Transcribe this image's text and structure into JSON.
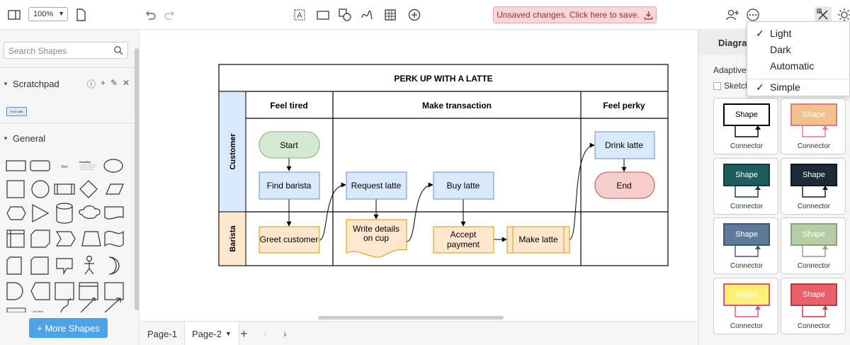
{
  "toolbar": {
    "zoom": "100%",
    "unsaved_label": "Unsaved changes. Click here to save."
  },
  "sidebar": {
    "search_placeholder": "Search Shapes",
    "scratchpad_title": "Scratchpad",
    "scratchpad_item": "Drink latte",
    "general_title": "General",
    "text_shape": "Text",
    "heading_shape": "Heading",
    "list_shape": "List Item",
    "more_shapes": "+ More Shapes"
  },
  "diagram": {
    "title": "PERK UP WITH A LATTE",
    "columns": [
      "Feel tired",
      "Make transaction",
      "Feel perky"
    ],
    "lanes": [
      "Customer",
      "Barista"
    ],
    "nodes": {
      "start": "Start",
      "find_barista": "Find barista",
      "request_latte": "Request latte",
      "buy_latte": "Buy latte",
      "drink_latte": "Drink latte",
      "end": "End",
      "greet_customer": "Greet customer",
      "write_details_1": "Write details",
      "write_details_2": "on cup",
      "accept_payment_1": "Accept",
      "accept_payment_2": "payment",
      "make_latte": "Make latte"
    }
  },
  "pages": {
    "tabs": [
      "Page-1",
      "Page-2"
    ],
    "active": "Page-2"
  },
  "right_panel": {
    "title": "Diagra",
    "adaptive": "Adaptive",
    "sketch": "Sketch",
    "shape_label": "Shape",
    "connector_label": "Connector",
    "styles": [
      {
        "fill": "#ffffff",
        "stroke": "#000000",
        "text": "#000000"
      },
      {
        "fill": "#f2c28e",
        "stroke": "#e07a84",
        "text": "#ffffff"
      },
      {
        "fill": "#1f5c5c",
        "stroke": "#103c3c",
        "text": "#ffffff"
      },
      {
        "fill": "#1e2a38",
        "stroke": "#0e1620",
        "text": "#ffffff"
      },
      {
        "fill": "#5d7a9a",
        "stroke": "#3c587a",
        "text": "#ffffff"
      },
      {
        "fill": "#b7cda5",
        "stroke": "#8aa27a",
        "text": "#ffffff"
      },
      {
        "fill": "#fff176",
        "stroke": "#e6507a",
        "text": "#ffffff"
      },
      {
        "fill": "#e8606a",
        "stroke": "#b83a44",
        "text": "#ffffff"
      }
    ]
  },
  "theme_menu": {
    "items": [
      "Light",
      "Dark",
      "Automatic",
      "Simple"
    ],
    "checked": [
      "Light",
      "Simple"
    ]
  }
}
